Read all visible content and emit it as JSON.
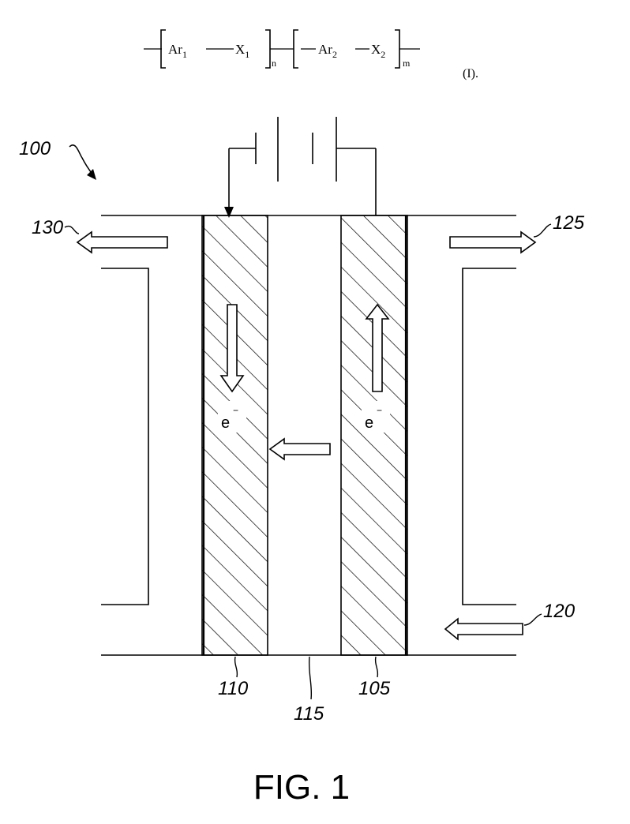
{
  "formula": {
    "ar1_base": "Ar",
    "ar1_sub": "1",
    "x1_base": "X",
    "x1_sub": "1",
    "n_sub": "n",
    "ar2_base": "Ar",
    "ar2_sub": "2",
    "x2_base": "X",
    "x2_sub": "2",
    "m_sub": "m",
    "label": "(I)."
  },
  "labels": {
    "device": "100",
    "outlet_left": "130",
    "outlet_right": "125",
    "inlet_right": "120",
    "electrode_left": "110",
    "membrane": "115",
    "electrode_right": "105",
    "electron_left": "e",
    "electron_right": "e",
    "electron_sign": "−"
  },
  "caption": "FIG. 1",
  "colors": {
    "ink": "#000000",
    "paper": "#ffffff"
  }
}
